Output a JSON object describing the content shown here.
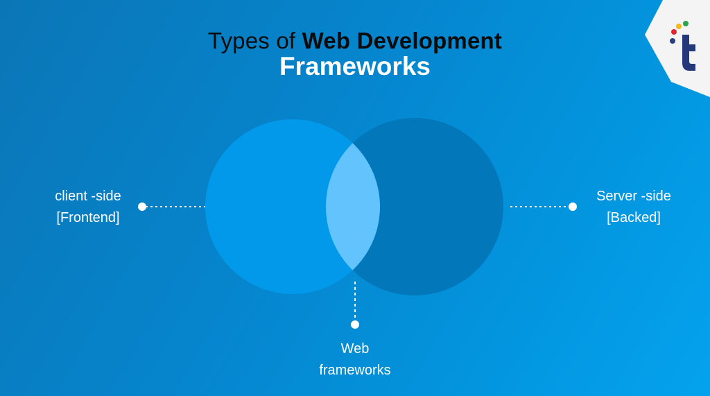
{
  "title": {
    "line1_light": "Types of ",
    "line1_bold": "Web Development",
    "line2": "Frameworks"
  },
  "logo": {
    "icon": "techaheadish-t-logo-icon",
    "letter": "t",
    "dot_colors": [
      "#2a3f7e",
      "#e0262f",
      "#f4b71c",
      "#2ba24c"
    ],
    "letter_color": "#25387a",
    "badge_color": "#f4f4f5"
  },
  "diagram": {
    "left_circle_color": "#0399ea",
    "right_circle_color": "#0277b9",
    "overlap_color": "#63c4fd",
    "labels": {
      "left_line1": "client -side",
      "left_line2": "[Frontend]",
      "right_line1": "Server -side",
      "right_line2": "[Backed]",
      "bottom_line1": "Web",
      "bottom_line2": "frameworks"
    }
  }
}
